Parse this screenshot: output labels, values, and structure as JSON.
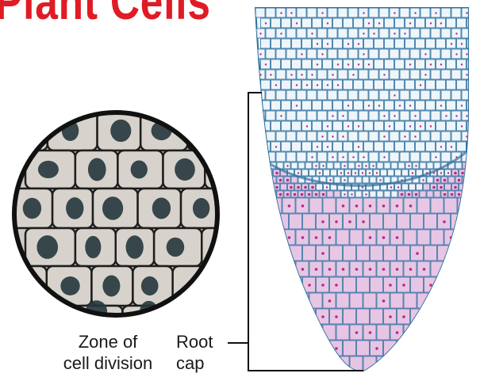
{
  "figure": {
    "title": "Plant Cells",
    "labels": {
      "zone_division": [
        "Zone of",
        "cell division"
      ],
      "root_cap": [
        "Root",
        "cap"
      ]
    },
    "colors": {
      "title": "#e01b24",
      "cell_wall": "#2f6f9e",
      "cell_fill": "#e7c6e4",
      "nucleus": "#b02c86",
      "micro_bg": "#c9c6bf",
      "micro_nucleus": "#26363c"
    }
  }
}
